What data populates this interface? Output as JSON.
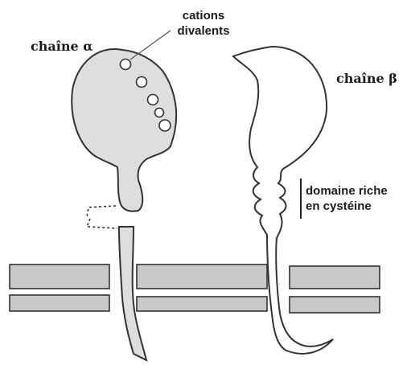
{
  "labels": {
    "cations_line1": "cations",
    "cations_line2": "divalents",
    "alpha_chain": "chaîne α",
    "beta_chain": "chaîne β",
    "cysteine_line1": "domaine riche",
    "cysteine_line2": "en cystéine"
  },
  "colors": {
    "protein_fill": "#dedede",
    "membrane_fill": "#c9c9c9",
    "stroke": "#333333"
  }
}
